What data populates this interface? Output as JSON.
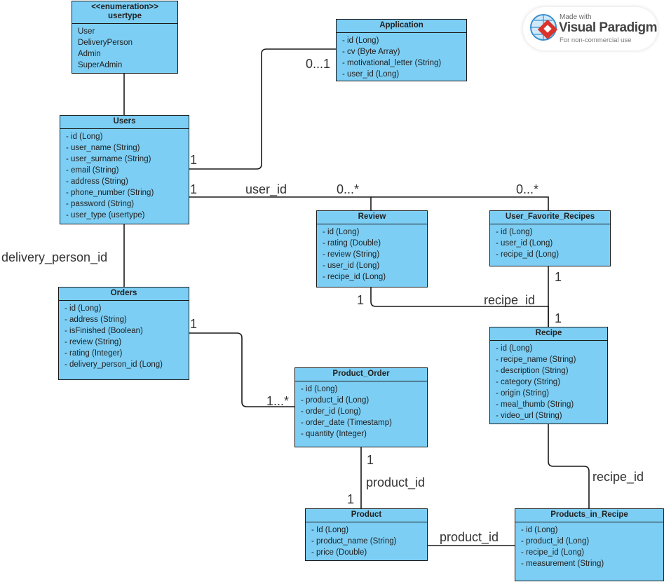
{
  "classes": [
    {
      "id": "usertype",
      "header": [
        "<<enumeration>>",
        "usertype"
      ],
      "rows": [
        "User",
        "DeliveryPerson",
        "Admin",
        "SuperAdmin"
      ]
    },
    {
      "id": "application",
      "header": [
        "Application"
      ],
      "rows": [
        "- id (Long)",
        "- cv (Byte Array)",
        "- motivational_letter (String)",
        "- user_id (Long)"
      ]
    },
    {
      "id": "users",
      "header": [
        "Users"
      ],
      "rows": [
        "- id (Long)",
        "- user_name (String)",
        "- user_surname (String)",
        "- email (String)",
        "- address (String)",
        "- phone_number (String)",
        "- password (String)",
        "- user_type (usertype)"
      ]
    },
    {
      "id": "review",
      "header": [
        "Review"
      ],
      "rows": [
        "- id (Long)",
        "- rating (Double)",
        "- review (String)",
        "- user_id (Long)",
        "- recipe_id (Long)"
      ]
    },
    {
      "id": "ufr",
      "header": [
        "User_Favorite_Recipes"
      ],
      "rows": [
        "- id (Long)",
        "- user_id (Long)",
        "- recipe_id (Long)"
      ]
    },
    {
      "id": "orders",
      "header": [
        "Orders"
      ],
      "rows": [
        "- id (Long)",
        "- address (String)",
        "- isFinished (Boolean)",
        "- review (String)",
        "- rating (Integer)",
        "- delivery_person_id (Long)"
      ]
    },
    {
      "id": "recipe",
      "header": [
        "Recipe"
      ],
      "rows": [
        "- id (Long)",
        "- recipe_name (String)",
        "- description (String)",
        "- category (String)",
        "- origin (String)",
        "- meal_thumb (String)",
        "- video_url (String)"
      ]
    },
    {
      "id": "porder",
      "header": [
        "Product_Order"
      ],
      "rows": [
        "- id (Long)",
        "- product_id (Long)",
        "- order_id (Long)",
        "- order_date (Timestamp)",
        "- quantity (Integer)"
      ]
    },
    {
      "id": "product",
      "header": [
        "Product"
      ],
      "rows": [
        "- Id (Long)",
        "- product_name (String)",
        "- price (Double)"
      ]
    },
    {
      "id": "pir",
      "header": [
        "Products_in_Recipe"
      ],
      "rows": [
        "- id (Long)",
        "- product_id (Long)",
        "- recipe_id (Long)",
        "- measurement (String)"
      ]
    }
  ],
  "labels": {
    "users_app_1": "1",
    "app_mult": "0...1",
    "users_rel_1": "1",
    "user_id": "user_id",
    "review_mult": "0...*",
    "ufr_mult": "0...*",
    "delivery_person_id": "delivery_person_id",
    "review_1": "1",
    "recipe_id_1": "recipe_id",
    "ufr_1": "1",
    "recipe_1": "1",
    "orders_1": "1",
    "porder_mult": "1...*",
    "porder_1": "1",
    "product_id_1": "product_id",
    "product_1": "1",
    "product_id_2": "product_id",
    "recipe_id_2": "recipe_id"
  },
  "watermark": {
    "line1": "Made with",
    "line2": "Visual Paradigm",
    "line3": "For non-commercial use"
  },
  "colors": {
    "class_fill": "#7ccef4",
    "line": "#1a1a1a"
  }
}
